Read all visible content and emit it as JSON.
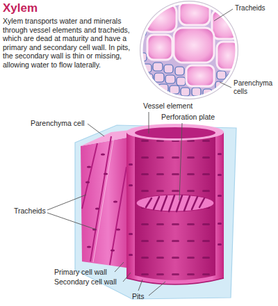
{
  "diagram": {
    "title": "Xylem",
    "caption": "Xylem transports water and minerals through vessel elements and tracheids, which are dead at maturity and have a primary and secondary cell wall. In pits, the secondary wall is thin or missing, allowing water to flow laterally.",
    "labels": [
      "Tracheids",
      "Parenchyma cells",
      "Vessel element",
      "Perforation plate",
      "Parenchyma cell",
      "Tracheids",
      "Primary cell wall",
      "Secondary cell wall",
      "Pits"
    ]
  }
}
